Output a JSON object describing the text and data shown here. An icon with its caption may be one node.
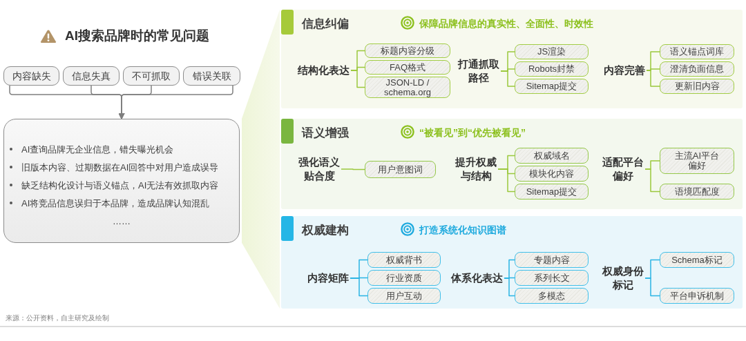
{
  "diagram": {
    "title": "AI搜索品牌时的常见问题",
    "nodes": [
      {
        "text": [
          "内容缺失"
        ]
      },
      {
        "text": [
          "信息失真"
        ]
      },
      {
        "text": [
          "不可抓取"
        ]
      },
      {
        "text": [
          "错误关联"
        ]
      },
      {
        "text": [
          "AI查询品牌无企业信息，错失曝光机会",
          "旧版本内容、过期数据在AI回答中对用户造成误导",
          "缺乏结构化设计与语义锚点，AI无法有效抓取内容",
          "AI将竞品信息误归于本品牌，造成品牌认知混乱",
          "……"
        ]
      },
      {
        "text": [
          "信息纠偏",
          "保障品牌信息的真实性、全面性、时效性"
        ]
      },
      {
        "text": [
          "结构化表达"
        ],
        "in": 5
      },
      {
        "text": [
          "标题内容分级"
        ],
        "in": 5
      },
      {
        "text": [
          "FAQ格式"
        ],
        "in": 5
      },
      {
        "text": [
          "JSON-LD / schema.org"
        ],
        "in": 5
      },
      {
        "text": [
          "打通抓取路径"
        ],
        "in": 5
      },
      {
        "text": [
          "JS渲染"
        ],
        "in": 5
      },
      {
        "text": [
          "Robots封禁"
        ],
        "in": 5
      },
      {
        "text": [
          "Sitemap提交"
        ],
        "in": 5
      },
      {
        "text": [
          "内容完善"
        ],
        "in": 5
      },
      {
        "text": [
          "语义锚点词库"
        ],
        "in": 5
      },
      {
        "text": [
          "澄清负面信息"
        ],
        "in": 5
      },
      {
        "text": [
          "更新旧内容"
        ],
        "in": 5
      },
      {
        "text": [
          "语义增强",
          "“被看见”到“优先被看见”"
        ]
      },
      {
        "text": [
          "强化语义贴合度"
        ],
        "in": 18
      },
      {
        "text": [
          "用户意图词"
        ],
        "in": 18
      },
      {
        "text": [
          "提升权威与结构"
        ],
        "in": 18
      },
      {
        "text": [
          "权威域名"
        ],
        "in": 18
      },
      {
        "text": [
          "模块化内容"
        ],
        "in": 18
      },
      {
        "text": [
          "Sitemap提交"
        ],
        "in": 18
      },
      {
        "text": [
          "适配平台偏好"
        ],
        "in": 18
      },
      {
        "text": [
          "主流AI平台偏好"
        ],
        "in": 18
      },
      {
        "text": [
          "语境匹配度"
        ],
        "in": 18
      },
      {
        "text": [
          "权威建构",
          "打造系统化知识图谱"
        ]
      },
      {
        "text": [
          "内容矩阵"
        ],
        "in": 28
      },
      {
        "text": [
          "权威背书"
        ],
        "in": 28
      },
      {
        "text": [
          "行业资质"
        ],
        "in": 28
      },
      {
        "text": [
          "用户互动"
        ],
        "in": 28
      },
      {
        "text": [
          "体系化表达"
        ],
        "in": 28
      },
      {
        "text": [
          "专题内容"
        ],
        "in": 28
      },
      {
        "text": [
          "系列长文"
        ],
        "in": 28
      },
      {
        "text": [
          "多模态"
        ],
        "in": 28
      },
      {
        "text": [
          "权威身份标记"
        ],
        "in": 28
      },
      {
        "text": [
          "Schema标记"
        ],
        "in": 28
      },
      {
        "text": [
          "平台申诉机制"
        ],
        "in": 28
      },
      {
        "text": [],
        "shape": "trapezoid"
      }
    ],
    "edges": [
      {
        "from": 0,
        "to": 4,
        "arrow": "to",
        "color": "#7f7f7f"
      },
      {
        "from": 1,
        "to": 4,
        "arrow": "to",
        "color": "#7f7f7f"
      },
      {
        "from": 2,
        "to": 4,
        "arrow": "to",
        "color": "#7f7f7f"
      },
      {
        "from": 3,
        "to": 4,
        "arrow": "to",
        "color": "#7f7f7f"
      },
      {
        "from": 6,
        "to": 7,
        "arrow": "none"
      },
      {
        "from": 6,
        "to": 8,
        "arrow": "none"
      },
      {
        "from": 6,
        "to": 9,
        "arrow": "none"
      },
      {
        "from": 10,
        "to": 11,
        "arrow": "none"
      },
      {
        "from": 10,
        "to": 12,
        "arrow": "none"
      },
      {
        "from": 10,
        "to": 13,
        "arrow": "none"
      },
      {
        "from": 14,
        "to": 15,
        "arrow": "none"
      },
      {
        "from": 14,
        "to": 16,
        "arrow": "none"
      },
      {
        "from": 14,
        "to": 17,
        "arrow": "none"
      },
      {
        "from": 19,
        "to": 20,
        "arrow": "none"
      },
      {
        "from": 21,
        "to": 22,
        "arrow": "none"
      },
      {
        "from": 21,
        "to": 23,
        "arrow": "none"
      },
      {
        "from": 21,
        "to": 24,
        "arrow": "none"
      },
      {
        "from": 25,
        "to": 26,
        "arrow": "none"
      },
      {
        "from": 25,
        "to": 27,
        "arrow": "none"
      },
      {
        "from": 29,
        "to": 30,
        "arrow": "none",
        "color": "#2ab4e4"
      },
      {
        "from": 29,
        "to": 31,
        "arrow": "none",
        "color": "#2ab4e4"
      },
      {
        "from": 29,
        "to": 32,
        "arrow": "none",
        "color": "#2ab4e4"
      },
      {
        "from": 33,
        "to": 34,
        "arrow": "none",
        "color": "#2ab4e4"
      },
      {
        "from": 33,
        "to": 35,
        "arrow": "none",
        "color": "#2ab4e4"
      },
      {
        "from": 33,
        "to": 36,
        "arrow": "none",
        "color": "#2ab4e4"
      },
      {
        "from": 37,
        "to": 38,
        "arrow": "none",
        "color": "#2ab4e4"
      },
      {
        "from": 37,
        "to": 39,
        "arrow": "none",
        "color": "#2ab4e4"
      }
    ],
    "labels": [
      "来源：公开资料，自主研究及绘制"
    ]
  }
}
